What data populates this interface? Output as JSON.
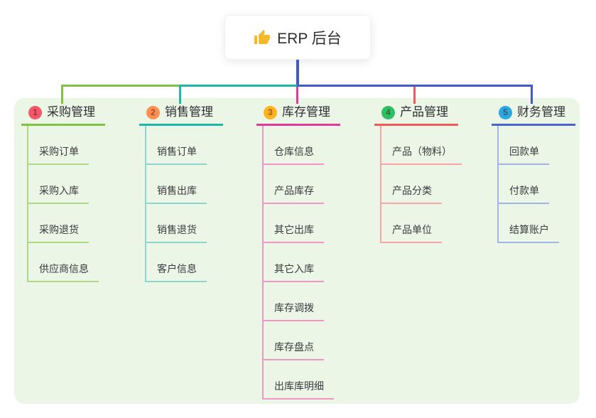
{
  "canvas": {
    "panel_color": "#ebf6e7",
    "background_color": "#ffffff"
  },
  "root": {
    "label": "ERP 后台",
    "icon": "thumbs-up-emoji",
    "icon_color": "#f7b92c",
    "connector_color": "#4558cb"
  },
  "connectors": {
    "bus_segments": [
      {
        "name": "branch1-to-branch2",
        "color": "#7fc342"
      },
      {
        "name": "branch2-to-root",
        "color": "#1db8ac"
      },
      {
        "name": "root-to-branch5",
        "color": "#4558cb"
      }
    ],
    "drops": [
      {
        "name": "drop-branch1",
        "color": "#7fc342"
      },
      {
        "name": "drop-branch2",
        "color": "#1db8ac"
      },
      {
        "name": "drop-branch3",
        "color": "#e23a9c"
      },
      {
        "name": "drop-branch4",
        "color": "#f15a5c"
      },
      {
        "name": "drop-branch5",
        "color": "#4558cb"
      }
    ]
  },
  "branches": [
    {
      "index": "1",
      "title": "采购管理",
      "badge_color": "#f4566a",
      "line_color": "#7fc342",
      "tint_color": "#aed985",
      "children": [
        "采购订单",
        "采购入库",
        "采购退货",
        "供应商信息"
      ]
    },
    {
      "index": "2",
      "title": "销售管理",
      "badge_color": "#ff8f50",
      "line_color": "#1db8ac",
      "tint_color": "#8bd7cf",
      "children": [
        "销售订单",
        "销售出库",
        "销售退货",
        "客户信息"
      ]
    },
    {
      "index": "3",
      "title": "库存管理",
      "badge_color": "#ffb41f",
      "line_color": "#e23a9c",
      "tint_color": "#f096c6",
      "children": [
        "仓库信息",
        "产品库存",
        "其它出库",
        "其它入库",
        "库存调拨",
        "库存盘点",
        "出库库明细"
      ]
    },
    {
      "index": "4",
      "title": "产品管理",
      "badge_color": "#2dbf64",
      "line_color": "#f15a5c",
      "tint_color": "#f5a5a6",
      "children": [
        "产品（物料）",
        "产品分类",
        "产品单位"
      ]
    },
    {
      "index": "5",
      "title": "财务管理",
      "badge_color": "#29a9df",
      "line_color": "#4a63cd",
      "tint_color": "#a3b4e6",
      "children": [
        "回款单",
        "付款单",
        "结算账户"
      ]
    }
  ]
}
